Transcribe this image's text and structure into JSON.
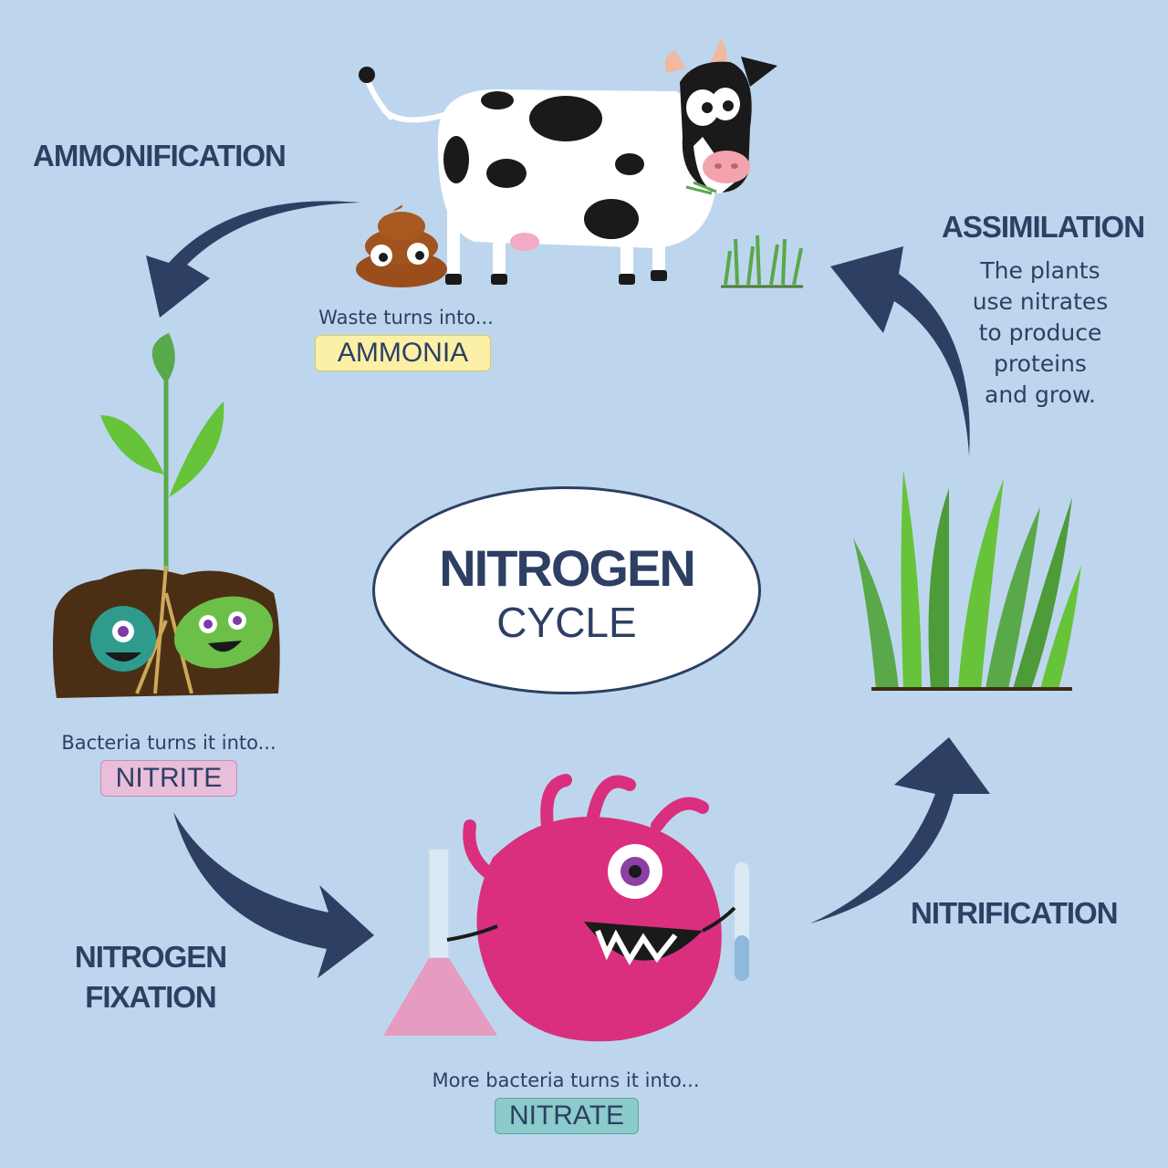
{
  "title": {
    "main": "NITROGEN",
    "sub": "CYCLE"
  },
  "stages": {
    "ammonification": "AMMONIFICATION",
    "assimilation": "ASSIMILATION",
    "nitrification": "NITRIFICATION",
    "fixation_line1": "NITROGEN",
    "fixation_line2": "FIXATION"
  },
  "assimilation_description": [
    "The plants",
    "use nitrates",
    "to produce",
    "proteins",
    "and grow."
  ],
  "products": {
    "ammonia": {
      "caption": "Waste turns into...",
      "label": "AMMONIA",
      "color": "#fbf0a6"
    },
    "nitrite": {
      "caption": "Bacteria turns it into...",
      "label": "NITRITE",
      "color": "#e9bedb"
    },
    "nitrate": {
      "caption": "More bacteria turns it into...",
      "label": "NITRATE",
      "color": "#8ccbcb"
    }
  },
  "colors": {
    "background": "#bdd6ee",
    "arrow": "#2d3f63",
    "text": "#2d3f63",
    "bacteria_pink": "#d92f7e",
    "grass_green": "#59a84a"
  },
  "icons": [
    "cow-icon",
    "poop-icon",
    "grass-tuft-icon",
    "sprout-icon",
    "soil-bacteria-icon",
    "pink-bacteria-icon",
    "flask-icon",
    "test-tube-icon",
    "tall-grass-icon"
  ]
}
